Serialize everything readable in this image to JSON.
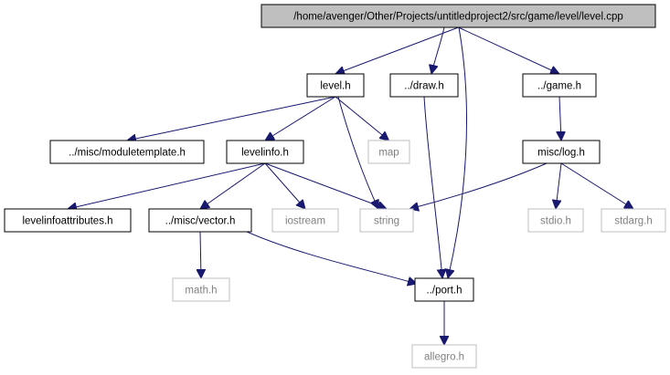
{
  "colors": {
    "edge": "#191970",
    "root_fill": "#bfbfbf",
    "node_border": "#000000",
    "system_border": "#bfbfbf",
    "system_text": "#808080",
    "text": "#000000"
  },
  "graph": {
    "nodes": [
      {
        "id": "level-cpp",
        "label": "/home/avenger/Other/Projects/untitledproject2/src/game/level/level.cpp",
        "kind": "root"
      },
      {
        "id": "level-h",
        "label": "level.h",
        "kind": "file"
      },
      {
        "id": "draw-h",
        "label": "../draw.h",
        "kind": "file"
      },
      {
        "id": "game-h",
        "label": "../game.h",
        "kind": "file"
      },
      {
        "id": "moduletemplate-h",
        "label": "../misc/moduletemplate.h",
        "kind": "file"
      },
      {
        "id": "levelinfo-h",
        "label": "levelinfo.h",
        "kind": "file"
      },
      {
        "id": "map",
        "label": "map",
        "kind": "system"
      },
      {
        "id": "misc-log-h",
        "label": "misc/log.h",
        "kind": "file"
      },
      {
        "id": "levelinfoattributes-h",
        "label": "levelinfoattributes.h",
        "kind": "file"
      },
      {
        "id": "misc-vector-h",
        "label": "../misc/vector.h",
        "kind": "file"
      },
      {
        "id": "iostream",
        "label": "iostream",
        "kind": "system"
      },
      {
        "id": "string",
        "label": "string",
        "kind": "system"
      },
      {
        "id": "stdio-h",
        "label": "stdio.h",
        "kind": "system"
      },
      {
        "id": "stdarg-h",
        "label": "stdarg.h",
        "kind": "system"
      },
      {
        "id": "math-h",
        "label": "math.h",
        "kind": "system"
      },
      {
        "id": "port-h",
        "label": "../port.h",
        "kind": "file"
      },
      {
        "id": "allegro-h",
        "label": "allegro.h",
        "kind": "system"
      }
    ],
    "edges": [
      {
        "from": "level-cpp",
        "to": "level-h"
      },
      {
        "from": "level-cpp",
        "to": "draw-h"
      },
      {
        "from": "level-cpp",
        "to": "port-h"
      },
      {
        "from": "level-cpp",
        "to": "game-h"
      },
      {
        "from": "level-h",
        "to": "moduletemplate-h"
      },
      {
        "from": "level-h",
        "to": "levelinfo-h"
      },
      {
        "from": "level-h",
        "to": "map"
      },
      {
        "from": "level-h",
        "to": "string"
      },
      {
        "from": "draw-h",
        "to": "port-h"
      },
      {
        "from": "game-h",
        "to": "misc-log-h"
      },
      {
        "from": "levelinfo-h",
        "to": "levelinfoattributes-h"
      },
      {
        "from": "levelinfo-h",
        "to": "misc-vector-h"
      },
      {
        "from": "levelinfo-h",
        "to": "iostream"
      },
      {
        "from": "levelinfo-h",
        "to": "string"
      },
      {
        "from": "misc-log-h",
        "to": "string"
      },
      {
        "from": "misc-log-h",
        "to": "stdio-h"
      },
      {
        "from": "misc-log-h",
        "to": "stdarg-h"
      },
      {
        "from": "misc-vector-h",
        "to": "math-h"
      },
      {
        "from": "misc-vector-h",
        "to": "port-h"
      },
      {
        "from": "port-h",
        "to": "allegro-h"
      }
    ]
  }
}
